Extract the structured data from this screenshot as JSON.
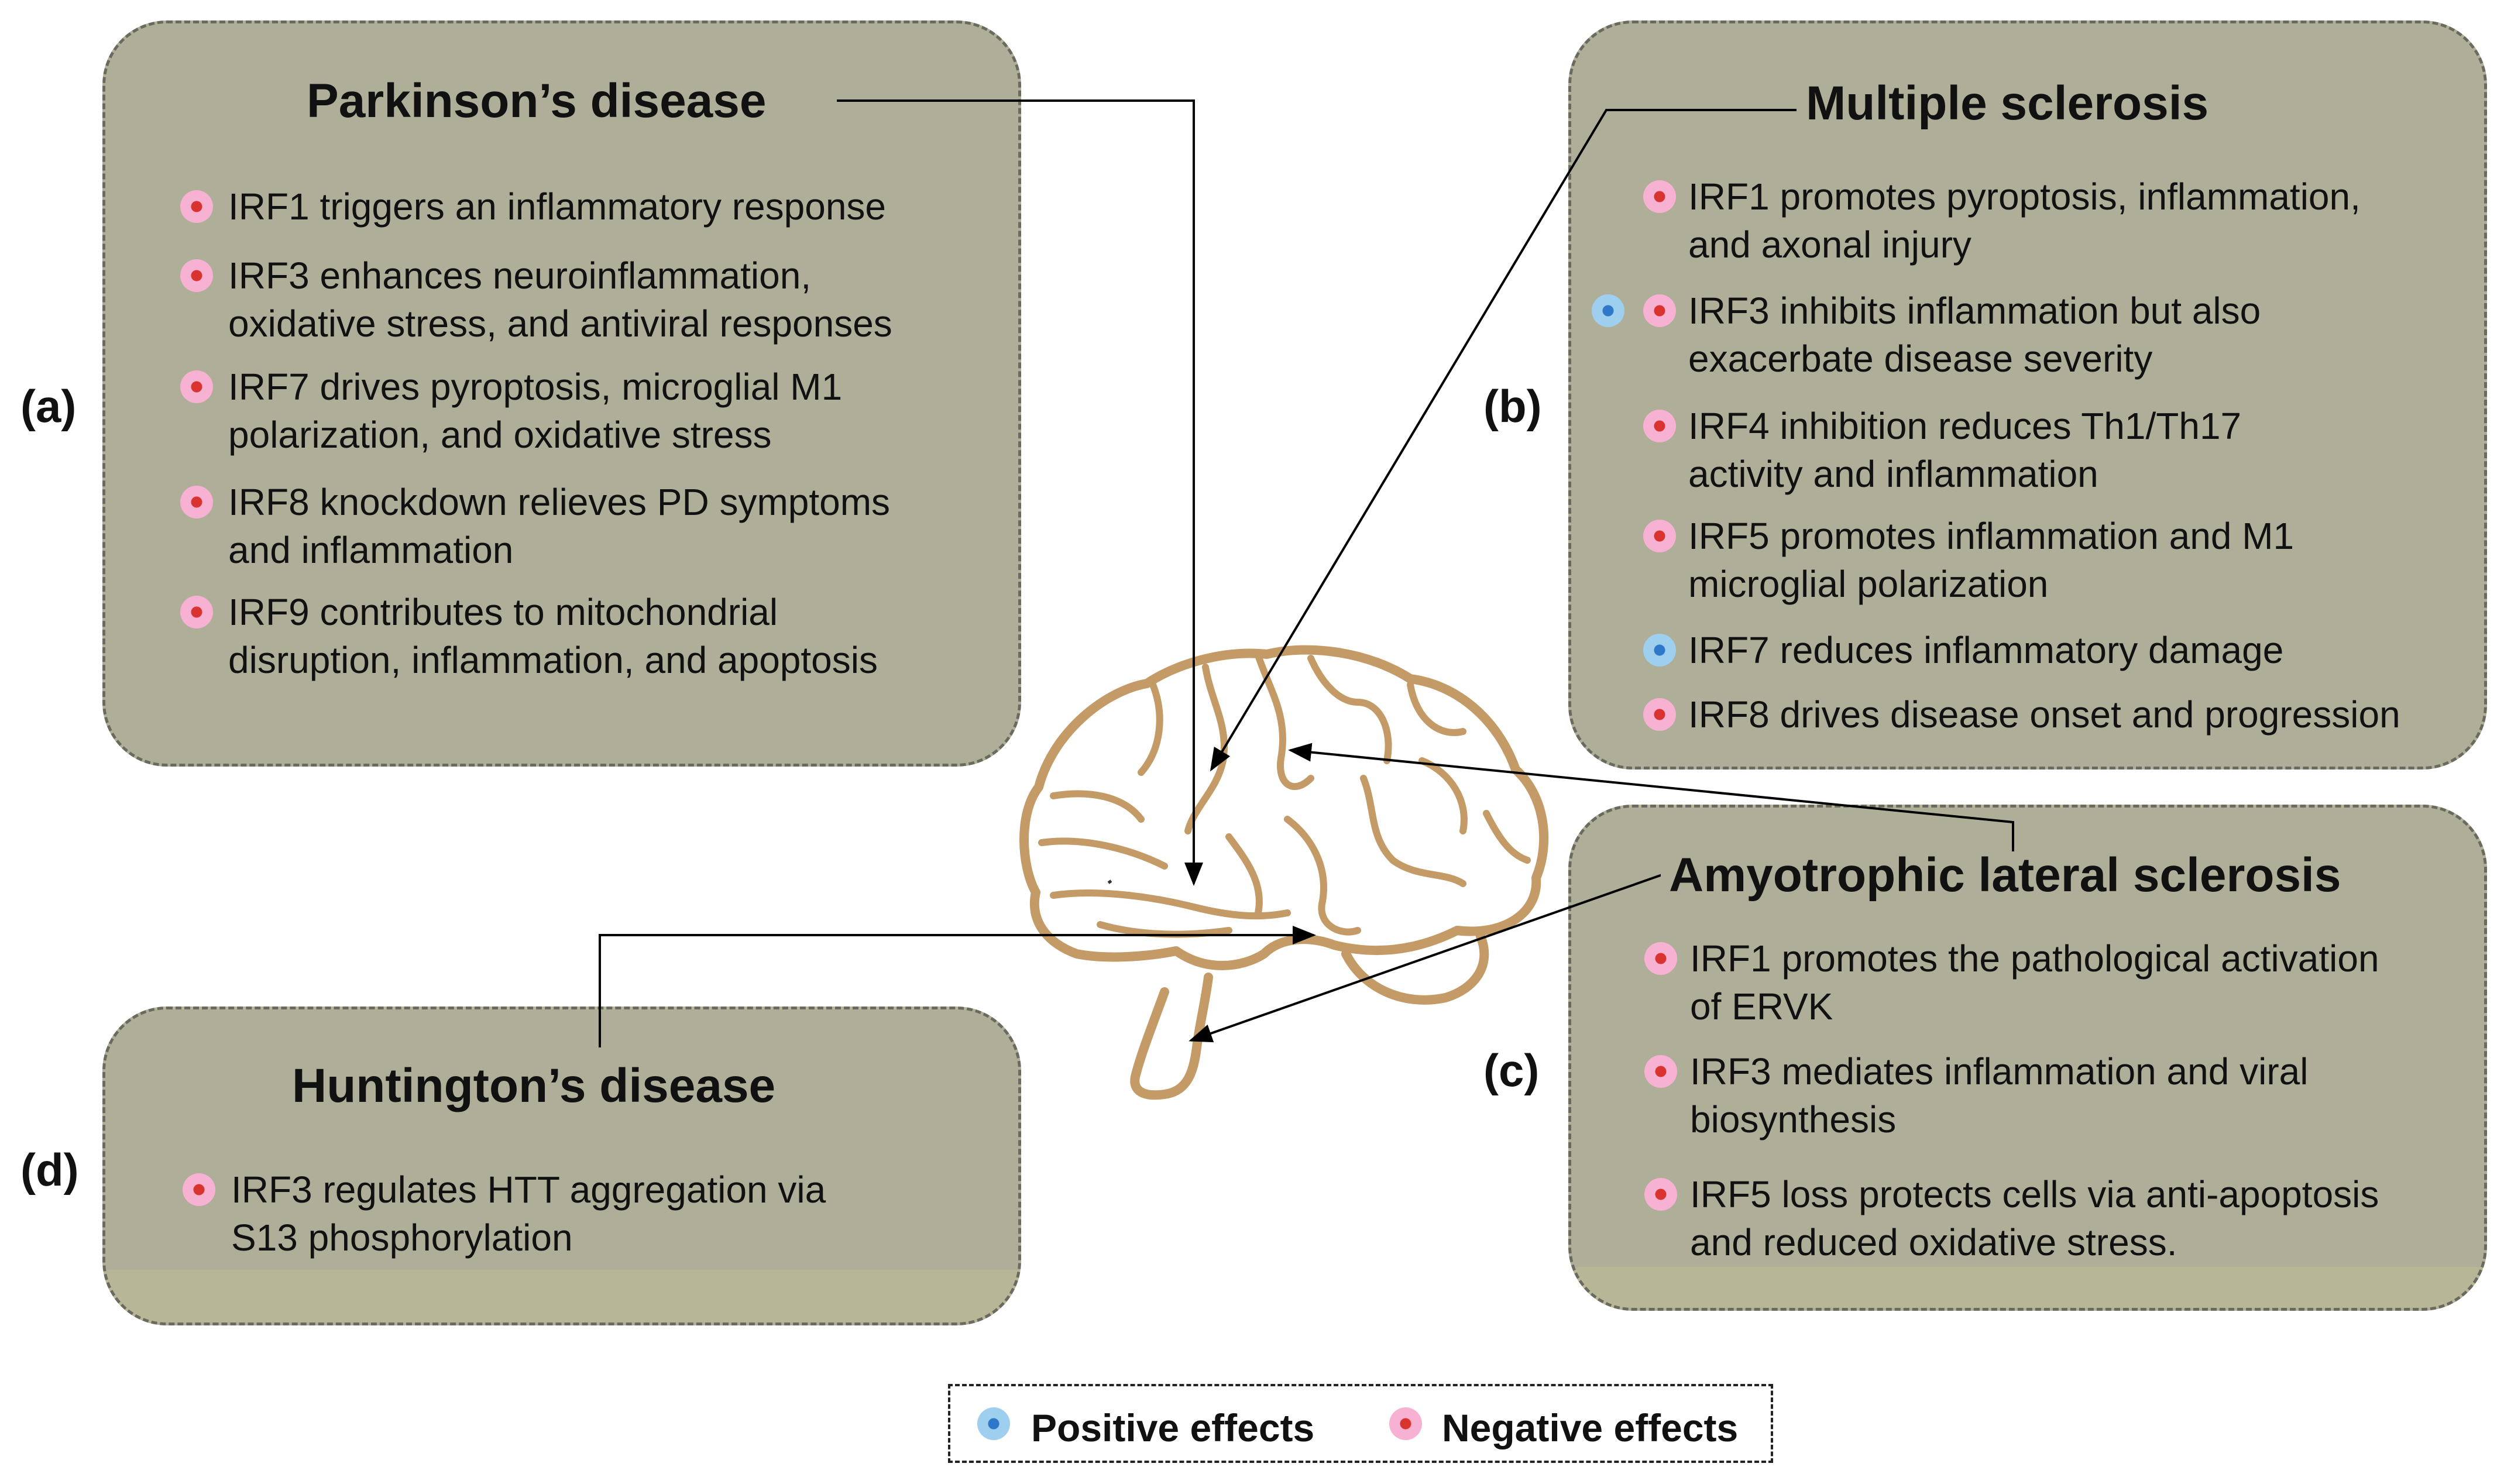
{
  "labels": {
    "a": "(a)",
    "b": "(b)",
    "c": "(c)",
    "d": "(d)"
  },
  "panels": {
    "a": {
      "title": "Parkinson’s disease",
      "items": [
        {
          "effect": "negative",
          "lines": [
            "IRF1 triggers an inflammatory response"
          ]
        },
        {
          "effect": "negative",
          "lines": [
            "IRF3 enhances neuroinflammation,",
            "oxidative stress, and antiviral responses"
          ]
        },
        {
          "effect": "negative",
          "lines": [
            "IRF7 drives pyroptosis, microglial M1",
            "polarization, and oxidative stress"
          ]
        },
        {
          "effect": "negative",
          "lines": [
            "IRF8 knockdown relieves PD symptoms",
            "and inflammation"
          ]
        },
        {
          "effect": "negative",
          "lines": [
            "IRF9 contributes to mitochondrial",
            "disruption, inflammation, and apoptosis"
          ]
        }
      ]
    },
    "b": {
      "title": "Multiple sclerosis",
      "items": [
        {
          "effect": "negative",
          "lines": [
            "IRF1 promotes pyroptosis, inflammation,",
            "and axonal injury"
          ]
        },
        {
          "effect": "both",
          "lines": [
            "IRF3 inhibits inflammation but also",
            "exacerbate disease severity"
          ]
        },
        {
          "effect": "negative",
          "lines": [
            "IRF4 inhibition reduces Th1/Th17",
            "activity and inflammation"
          ]
        },
        {
          "effect": "negative",
          "lines": [
            "IRF5 promotes inflammation and M1",
            "microglial polarization"
          ]
        },
        {
          "effect": "positive",
          "lines": [
            "IRF7 reduces inflammatory damage"
          ]
        },
        {
          "effect": "negative",
          "lines": [
            "IRF8 drives disease onset and progression"
          ]
        }
      ]
    },
    "c": {
      "title": "Amyotrophic lateral sclerosis",
      "items": [
        {
          "effect": "negative",
          "lines": [
            "IRF1 promotes the pathological activation",
            "of ERVK"
          ]
        },
        {
          "effect": "negative",
          "lines": [
            "IRF3 mediates inflammation and viral",
            "biosynthesis"
          ]
        },
        {
          "effect": "negative",
          "lines": [
            "IRF5 loss protects cells via anti-apoptosis",
            "and reduced oxidative stress."
          ]
        }
      ]
    },
    "d": {
      "title": "Huntington’s disease",
      "items": [
        {
          "effect": "negative",
          "lines": [
            "IRF3 regulates HTT aggregation via",
            "S13 phosphorylation"
          ]
        }
      ]
    }
  },
  "legend": {
    "positive": "Positive effects",
    "negative": "Negative effects"
  },
  "colors": {
    "panel_fill": "#afae98",
    "brain_outline": "#c49a66",
    "positive_bullet": "#2e77c9",
    "negative_bullet": "#d8332e"
  }
}
